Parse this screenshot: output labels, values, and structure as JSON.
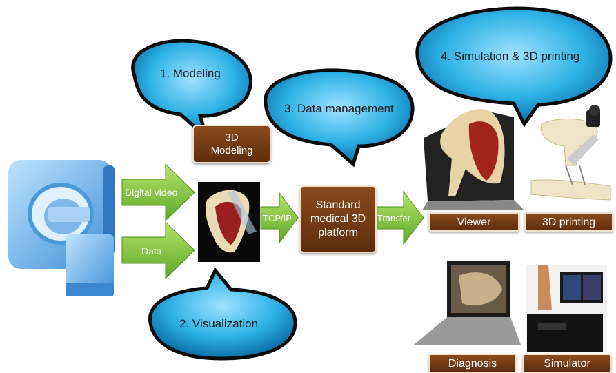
{
  "bubbles": {
    "modeling": "1. Modeling",
    "visualization": "2. Visualization",
    "data_management": "3. Data management",
    "simulation": "4. Simulation & 3D printing"
  },
  "boxes": {
    "modeling": "3D Modeling",
    "platform": "Standard medical 3D platform",
    "viewer": "Viewer",
    "printing": "3D printing",
    "diagnosis": "Diagnosis",
    "simulator": "Simulator"
  },
  "arrows": {
    "digital_video": "Digital video",
    "data": "Data",
    "tcpip": "TCP/IP",
    "transfer": "Transfer"
  },
  "images": {
    "scanner": "ct-scanner-icon",
    "shoulder": "shoulder-anatomy-image",
    "laptop_viewer": "laptop-viewer-image",
    "printed_bones": "3d-printed-bones-image",
    "laptop_diagnosis": "laptop-diagnosis-image",
    "simulator": "surgical-simulator-image"
  },
  "colors": {
    "bubble": "#1ea3d8",
    "box": "#6b3512",
    "arrow": "#7dc242"
  }
}
